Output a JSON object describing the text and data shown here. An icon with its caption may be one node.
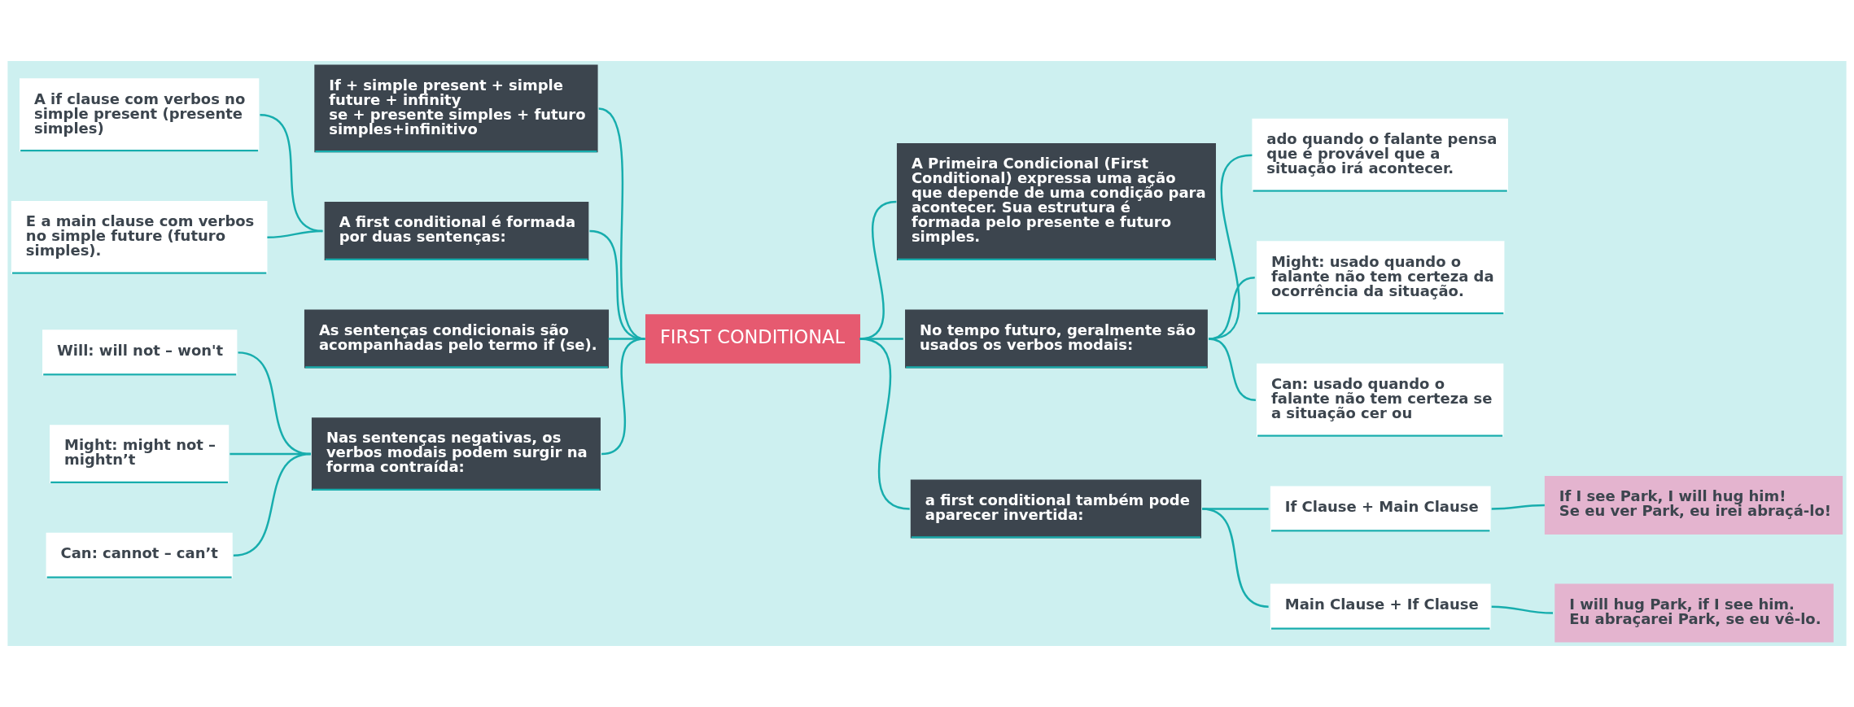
{
  "diagram": {
    "nodes": [
      {
        "text": [
          "FIRST CONDITIONAL"
        ]
      },
      {
        "text": [
          "If + simple present + simple future + infinity",
          "se + presente simples + futuro simples+infinitivo"
        ]
      },
      {
        "text": [
          "A Primeira Condicional (First Conditional) expressa uma ação que depende de uma condição para acontecer. Sua estrutura é formada pelo presente e futuro simples."
        ]
      },
      {
        "text": [
          "A first conditional é formada por duas sentenças:"
        ]
      },
      {
        "text": [
          "A if clause com verbos no simple present (presente simples)"
        ]
      },
      {
        "text": [
          "E a main clause com verbos no simple future (futuro simples)."
        ]
      },
      {
        "text": [
          "As sentenças condicionais são acompanhadas pelo termo if (se)."
        ]
      },
      {
        "text": [
          "Nas sentenças negativas, os verbos modais podem surgir na forma contraída:"
        ]
      },
      {
        "text": [
          "Will: will not – won't"
        ]
      },
      {
        "text": [
          "Might: might not – mightn’t"
        ]
      },
      {
        "text": [
          "Can: cannot – can’t"
        ]
      },
      {
        "text": [
          "No tempo futuro, geralmente são usados os verbos modais:"
        ]
      },
      {
        "text": [
          "ado quando o falante pensa que é provável que a situação irá acontecer."
        ]
      },
      {
        "text": [
          "Might: usado quando o falante não tem certeza da ocorrência da situação."
        ]
      },
      {
        "text": [
          "Can: usado quando o falante não tem certeza se a situação cer ou"
        ]
      },
      {
        "text": [
          "a first conditional também pode aparecer invertida:"
        ]
      },
      {
        "text": [
          "If Clause + Main Clause"
        ]
      },
      {
        "text": [
          "Main Clause + If Clause"
        ]
      },
      {
        "text": [
          "If I see Park, I will hug him!",
          "Se eu ver Park, eu irei abraçá-lo!"
        ]
      },
      {
        "text": [
          "I will hug Park, if I see him.",
          "Eu abraçarei Park, se eu vê-lo."
        ]
      }
    ],
    "edges": [
      {
        "from": 0,
        "to": 1,
        "arrow": "none"
      },
      {
        "from": 0,
        "to": 2,
        "arrow": "none"
      },
      {
        "from": 0,
        "to": 3,
        "arrow": "none"
      },
      {
        "from": 3,
        "to": 4,
        "arrow": "none"
      },
      {
        "from": 3,
        "to": 5,
        "arrow": "none"
      },
      {
        "from": 0,
        "to": 6,
        "arrow": "none"
      },
      {
        "from": 0,
        "to": 7,
        "arrow": "none"
      },
      {
        "from": 7,
        "to": 8,
        "arrow": "none"
      },
      {
        "from": 7,
        "to": 9,
        "arrow": "none"
      },
      {
        "from": 7,
        "to": 10,
        "arrow": "none"
      },
      {
        "from": 0,
        "to": 11,
        "arrow": "none"
      },
      {
        "from": 11,
        "to": 12,
        "arrow": "none"
      },
      {
        "from": 11,
        "to": 13,
        "arrow": "none"
      },
      {
        "from": 11,
        "to": 14,
        "arrow": "none"
      },
      {
        "from": 0,
        "to": 15,
        "arrow": "none"
      },
      {
        "from": 15,
        "to": 16,
        "arrow": "none"
      },
      {
        "from": 15,
        "to": 17,
        "arrow": "none"
      },
      {
        "from": 16,
        "to": 18,
        "arrow": "none"
      },
      {
        "from": 17,
        "to": 19,
        "arrow": "none"
      }
    ]
  }
}
